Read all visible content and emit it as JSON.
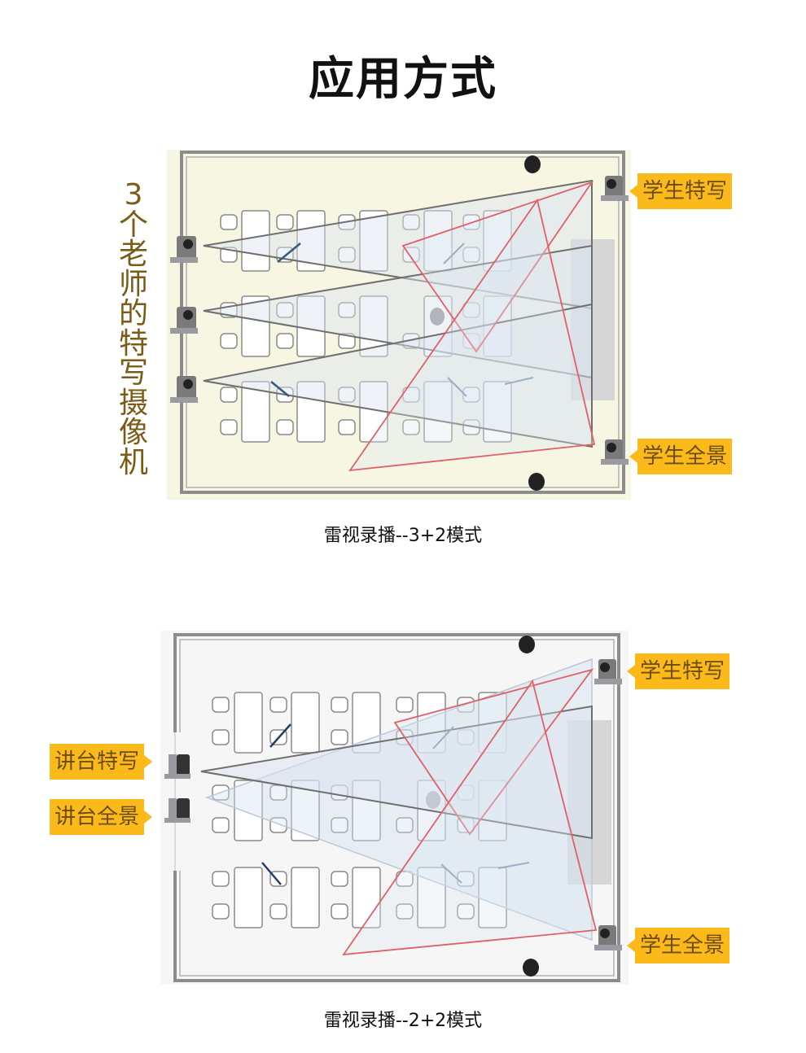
{
  "page": {
    "title": "应用方式"
  },
  "diagram1": {
    "caption": "雷视录播--3+2模式",
    "side_label": [
      "3",
      "个",
      "老",
      "师",
      "的",
      "特",
      "写",
      "摄",
      "像",
      "机"
    ],
    "tags": {
      "student_closeup": "学生特写",
      "student_panorama": "学生全景"
    },
    "background": "#f7f6e2"
  },
  "diagram2": {
    "caption": "雷视录播--2+2模式",
    "tags": {
      "podium_closeup": "讲台特写",
      "podium_panorama": "讲台全景",
      "student_closeup": "学生特写",
      "student_panorama": "学生全景"
    },
    "background": "#f6f6f6"
  },
  "colors": {
    "tag_bg": "#fbb91a",
    "tag_text": "#6b4d12",
    "red_beam": "#e0606a",
    "gray_beam": "#6f6f6f",
    "wall": "#8c8c8c"
  }
}
